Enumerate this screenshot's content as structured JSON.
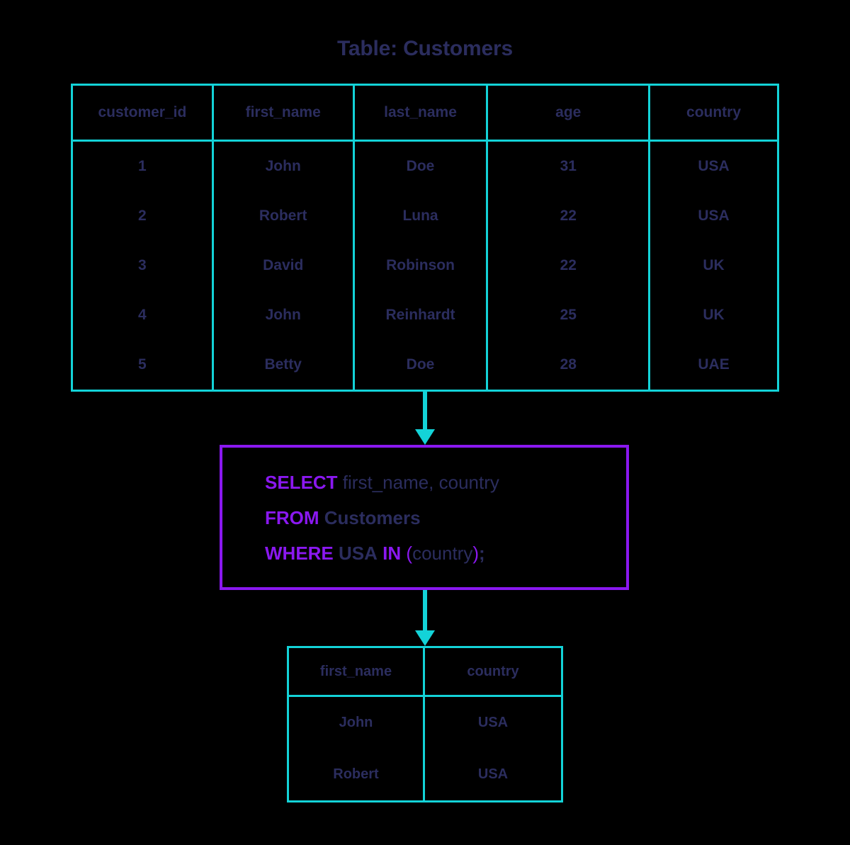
{
  "title": "Table: Customers",
  "source_table": {
    "columns": [
      "customer_id",
      "first_name",
      "last_name",
      "age",
      "country"
    ],
    "rows": [
      [
        "1",
        "John",
        "Doe",
        "31",
        "USA"
      ],
      [
        "2",
        "Robert",
        "Luna",
        "22",
        "USA"
      ],
      [
        "3",
        "David",
        "Robinson",
        "22",
        "UK"
      ],
      [
        "4",
        "John",
        "Reinhardt",
        "25",
        "UK"
      ],
      [
        "5",
        "Betty",
        "Doe",
        "28",
        "UAE"
      ]
    ]
  },
  "query": {
    "line1": {
      "keyword": "SELECT",
      "rest": " first_name, country"
    },
    "line2": {
      "keyword": "FROM",
      "rest": " Customers"
    },
    "line3": {
      "keyword": "WHERE",
      "value": "USA",
      "keyword2": "IN",
      "open_paren": "(",
      "identifier": "country",
      "close_paren": ")",
      "semicolon": ";"
    }
  },
  "result_table": {
    "columns": [
      "first_name",
      "country"
    ],
    "rows": [
      [
        "John",
        "USA"
      ],
      [
        "Robert",
        "USA"
      ]
    ]
  },
  "colors": {
    "table_border": "#13d3d8",
    "query_border": "#8a18f0",
    "keyword": "#8a18f0",
    "text": "#2b2d5e",
    "arrow": "#13d3d8",
    "background": "#000000"
  }
}
